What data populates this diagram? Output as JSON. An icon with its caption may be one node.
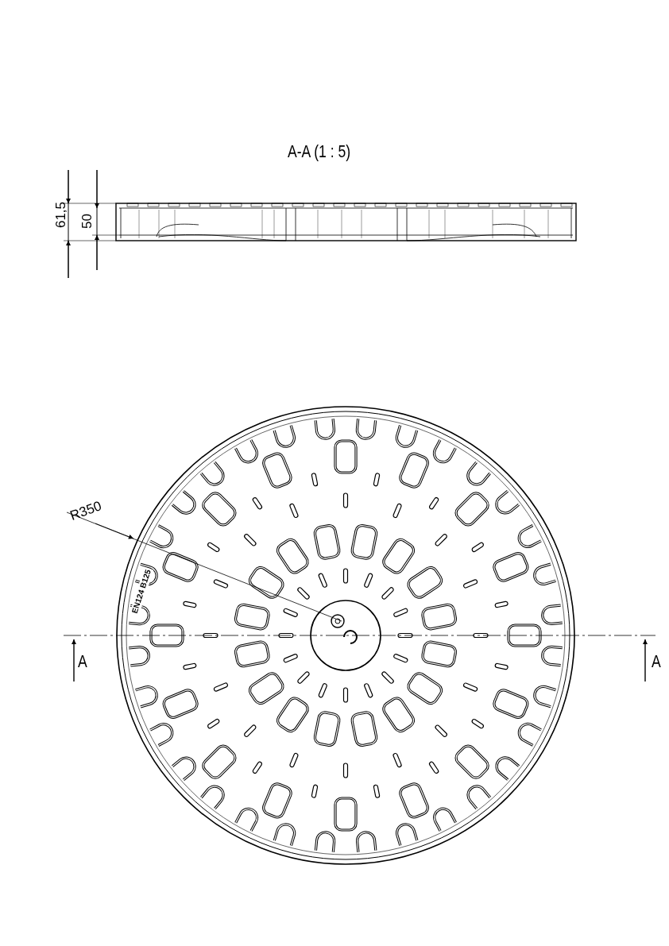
{
  "diagram": {
    "labels": [
      "A-A (1 : 5)",
      "61,5",
      "50",
      "R350",
      "EN124 B125",
      "A",
      "A"
    ]
  }
}
